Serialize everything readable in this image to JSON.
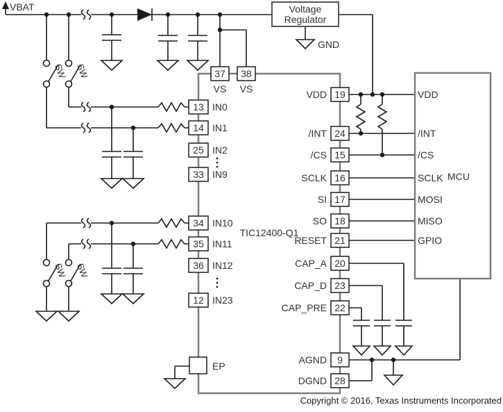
{
  "labels": {
    "vbat": "VBAT",
    "sw": "SW",
    "gnd": "GND",
    "copyright": "Copyright © 2016, Texas Instruments Incorporated"
  },
  "regulator": {
    "line1": "Voltage",
    "line2": "Regulator"
  },
  "chip": {
    "name": "TIC12400-Q1",
    "ep": "EP",
    "top_pins": [
      {
        "num": "37",
        "label": "VS"
      },
      {
        "num": "38",
        "label": "VS"
      }
    ],
    "left_pins": [
      {
        "num": "13",
        "label": "IN0"
      },
      {
        "num": "14",
        "label": "IN1"
      },
      {
        "num": "25",
        "label": "IN2"
      },
      {
        "num": "33",
        "label": "IN9"
      },
      {
        "num": "34",
        "label": "IN10"
      },
      {
        "num": "35",
        "label": "IN11"
      },
      {
        "num": "36",
        "label": "IN12"
      },
      {
        "num": "12",
        "label": "IN23"
      }
    ],
    "right_pins": [
      {
        "num": "19",
        "label": "VDD"
      },
      {
        "num": "24",
        "label": "/INT"
      },
      {
        "num": "15",
        "label": "/CS"
      },
      {
        "num": "16",
        "label": "SCLK"
      },
      {
        "num": "17",
        "label": "SI"
      },
      {
        "num": "18",
        "label": "SO"
      },
      {
        "num": "21",
        "label": "RESET"
      },
      {
        "num": "20",
        "label": "CAP_A"
      },
      {
        "num": "23",
        "label": "CAP_D"
      },
      {
        "num": "22",
        "label": "CAP_PRE"
      },
      {
        "num": "9",
        "label": "AGND"
      },
      {
        "num": "28",
        "label": "DGND"
      }
    ]
  },
  "mcu": {
    "name": "MCU",
    "pins": [
      "VDD",
      "/INT",
      "/CS",
      "SCLK",
      "MOSI",
      "MISO",
      "GPIO"
    ]
  },
  "colors": {
    "wire": "#1c1c1c",
    "chip_border": "#7d7d7d",
    "regulator_border": "#555555",
    "text": "#303030",
    "background": "#ffffff"
  }
}
